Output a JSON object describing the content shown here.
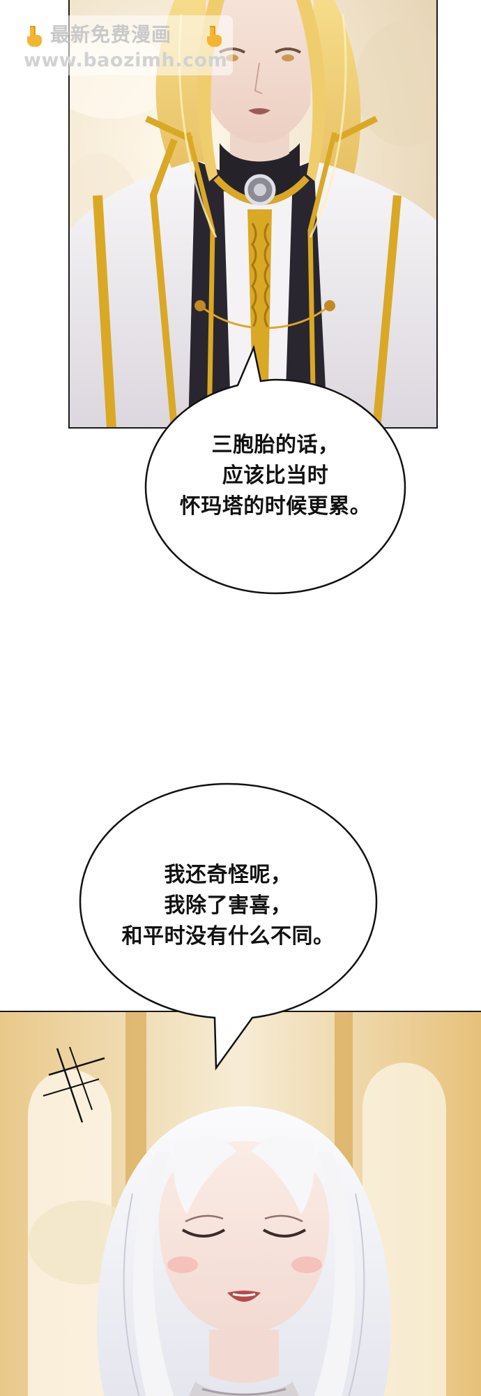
{
  "watermark": {
    "title": "最新免费漫画",
    "url": "www.baozimh.com",
    "icon": "pointing-down-hand-icon"
  },
  "dialogue": [
    {
      "speaker": "",
      "lines": [
        "三胞胎的话，",
        "应该比当时",
        "怀玛塔的时候更累。"
      ]
    },
    {
      "speaker": "",
      "lines": [
        "我还奇怪呢，",
        "我除了害喜，",
        "和平时没有什么不同。"
      ]
    }
  ],
  "colors": {
    "ink": "#111111",
    "gold": "#d9a825",
    "hair_blonde": "#f0cf73",
    "robe_white": "#efedf0",
    "hair_white": "#f4f4f7",
    "background_warm": "#f1e3c6"
  }
}
